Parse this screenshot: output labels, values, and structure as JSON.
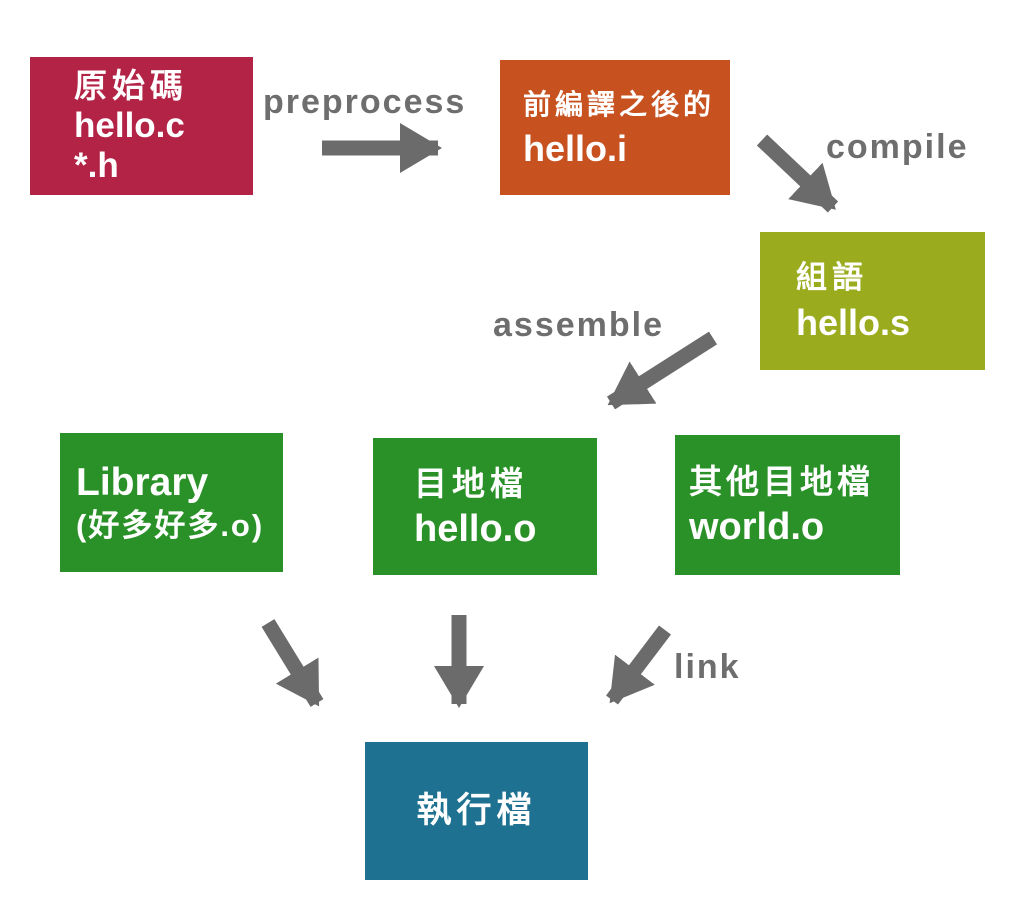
{
  "boxes": {
    "source": {
      "lines": [
        "原始碼",
        "hello.c",
        "*.h"
      ],
      "color": "#b32346"
    },
    "preprocessed": {
      "lines": [
        "前編譯之後的",
        "hello.i"
      ],
      "color": "#c7511f"
    },
    "assembly": {
      "lines": [
        "組語",
        "hello.s"
      ],
      "color": "#9aab1d"
    },
    "library": {
      "lines": [
        "Library",
        "(好多好多.o)"
      ],
      "color": "#2a9128"
    },
    "object_file": {
      "lines": [
        "目地檔",
        "hello.o"
      ],
      "color": "#2a9128"
    },
    "other_object": {
      "lines": [
        "其他目地檔",
        "world.o"
      ],
      "color": "#2a9128"
    },
    "executable": {
      "lines": [
        "執行檔"
      ],
      "color": "#1f7191"
    }
  },
  "arrow_labels": {
    "preprocess": "preprocess",
    "compile": "compile",
    "assemble": "assemble",
    "link": "link"
  },
  "colors": {
    "arrow": "#6b6b6b",
    "label_text": "#6e6e6e",
    "box_text": "#ffffff",
    "background": "#ffffff"
  }
}
